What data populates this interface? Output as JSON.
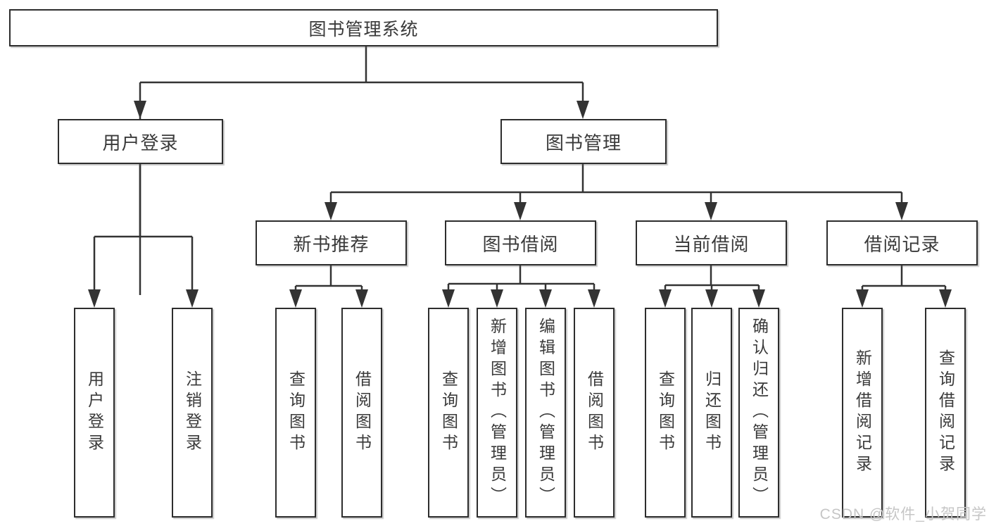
{
  "diagram": {
    "root": {
      "label": "图书管理系统"
    },
    "level1": [
      {
        "id": "user-login",
        "label": "用户登录"
      },
      {
        "id": "book-management",
        "label": "图书管理"
      }
    ],
    "level2": [
      {
        "id": "new-book-recommend",
        "label": "新书推荐"
      },
      {
        "id": "book-borrowing",
        "label": "图书借阅"
      },
      {
        "id": "current-borrowing",
        "label": "当前借阅"
      },
      {
        "id": "borrowing-records",
        "label": "借阅记录"
      }
    ],
    "leaves": {
      "user_login": [
        {
          "label": "用户登录"
        },
        {
          "label": "注销登录"
        }
      ],
      "new_book": [
        {
          "label": "查询图书"
        },
        {
          "label": "借阅图书"
        }
      ],
      "book_borrow": [
        {
          "label": "查询图书"
        },
        {
          "label": "新增图书（管理员）"
        },
        {
          "label": "编辑图书（管理员）"
        },
        {
          "label": "借阅图书"
        }
      ],
      "current_borrow": [
        {
          "label": "查询图书"
        },
        {
          "label": "归还图书"
        },
        {
          "label": "确认归还（管理员）"
        }
      ],
      "records": [
        {
          "label": "新增借阅记录"
        },
        {
          "label": "查询借阅记录"
        }
      ]
    }
  },
  "watermark": {
    "text": "CSDN @软件_小贺同学"
  },
  "colors": {
    "line": "#333333",
    "box_border": "#2d2d2d",
    "text": "#3a3a3a",
    "background": "#ffffff",
    "watermark": "#c6c6c6"
  }
}
